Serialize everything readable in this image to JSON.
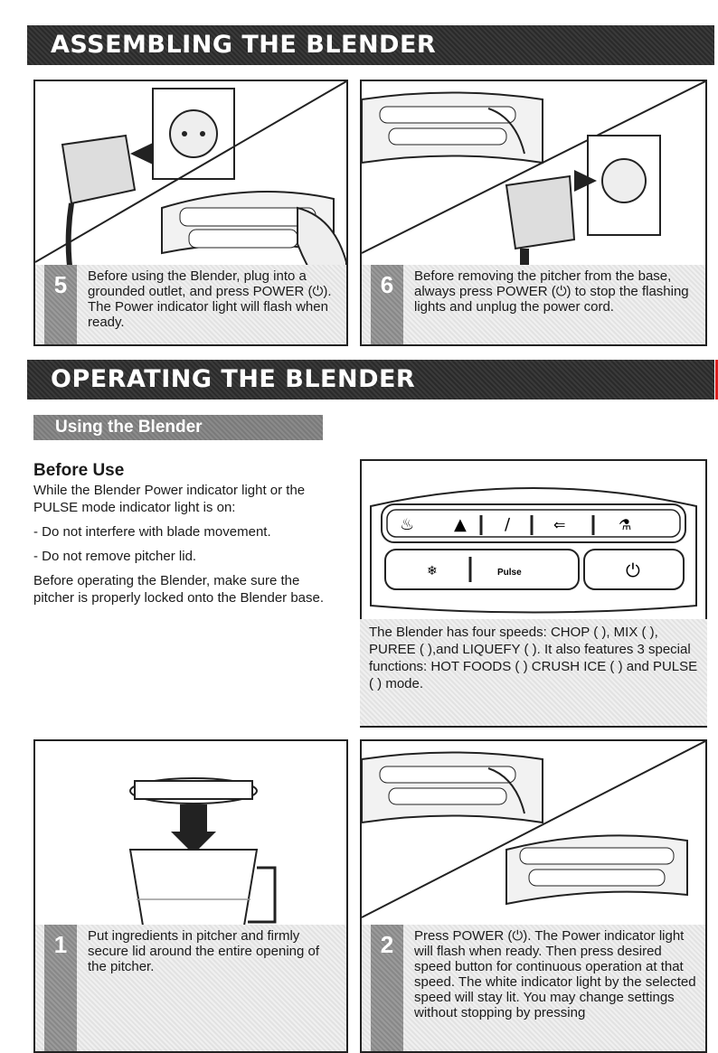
{
  "section1": {
    "title": "ASSEMBLING THE BLENDER"
  },
  "steps_top": [
    {
      "number": "5",
      "text": "Before using the Blender, plug into a grounded outlet, and press POWER (⏻). The Power indicator light will flash when ready."
    },
    {
      "number": "6",
      "text": "Before removing the pitcher from the base, always press POWER (⏻) to stop the flashing lights and unplug the power cord."
    }
  ],
  "section2": {
    "title": "OPERATING THE BLENDER"
  },
  "subsection": {
    "title": "Using the Blender"
  },
  "before_use": {
    "heading": "Before Use",
    "lines": [
      "While the Blender Power indicator light or the PULSE mode indicator light is on:",
      "- Do not interfere with blade movement.",
      "- Do not remove pitcher lid.",
      "Before operating the Blender, make sure the pitcher is properly locked onto the Blender base."
    ]
  },
  "control_panel": {
    "pulse_label": "Pulse",
    "description": "The Blender has four speeds: CHOP ( ), MIX ( ), PUREE ( ),and LIQUEFY ( ). It also features 3 special functions: HOT FOODS ( ) CRUSH ICE ( ) and PULSE ( ) mode."
  },
  "steps_bottom": [
    {
      "number": "1",
      "text": "Put ingredients in pitcher and firmly secure lid around the entire opening of the pitcher."
    },
    {
      "number": "2",
      "text": "Press POWER (⏻). The Power indicator light will flash when ready. Then press desired speed button for continuous operation at that speed. The white indicator light by the selected speed will stay lit. You may change settings without stopping by pressing"
    }
  ]
}
